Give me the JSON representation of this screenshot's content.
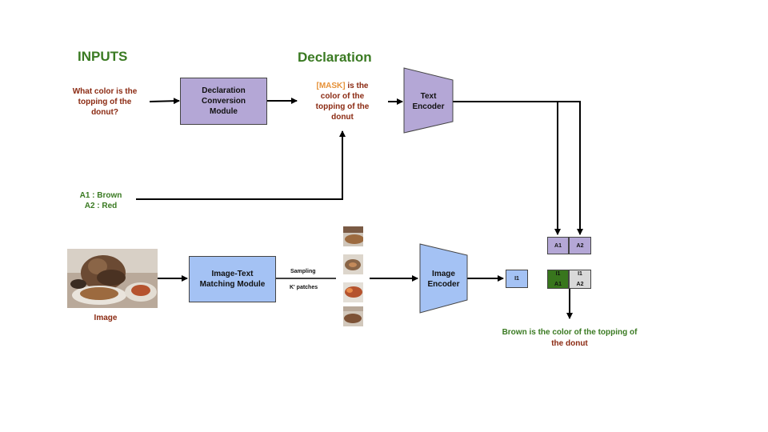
{
  "headings": {
    "inputs": "INPUTS",
    "declaration": "Declaration"
  },
  "question": {
    "line1": "What color is the",
    "line2": "topping of the",
    "line3": "donut?"
  },
  "declaration_text": {
    "mask": "[MASK]",
    "rest1": " is the",
    "line2": "color of the",
    "line3": "topping of the",
    "line4": "donut"
  },
  "answers": {
    "a1": "A1 : Brown",
    "a2": "A2 : Red"
  },
  "modules": {
    "declaration_conversion": {
      "line1": "Declaration",
      "line2": "Conversion",
      "line3": "Module"
    },
    "text_encoder": {
      "line1": "Text",
      "line2": "Encoder"
    },
    "image_text_matching": {
      "line1": "Image-Text",
      "line2": "Matching Module"
    },
    "image_encoder": {
      "line1": "Image",
      "line2": "Encoder"
    }
  },
  "image_label": "Image",
  "sampling": {
    "line1": "Sampling",
    "line2": "K' patches"
  },
  "embeddings": {
    "a1": "A1",
    "a2": "A2",
    "i1": "I1"
  },
  "scores": {
    "top_left": "I1",
    "bottom_left": "A1",
    "top_right": "I1",
    "bottom_right": "A2"
  },
  "output": {
    "line1": "Brown is the color of the topping of",
    "line2": "the donut"
  },
  "colors": {
    "green": "#3a7a22",
    "dark_red": "#8b2a12",
    "orange": "#e69138",
    "purple": "#b4a7d6",
    "blue": "#a4c2f4",
    "score_green": "#38761d",
    "score_gray": "#d9d9d9"
  }
}
